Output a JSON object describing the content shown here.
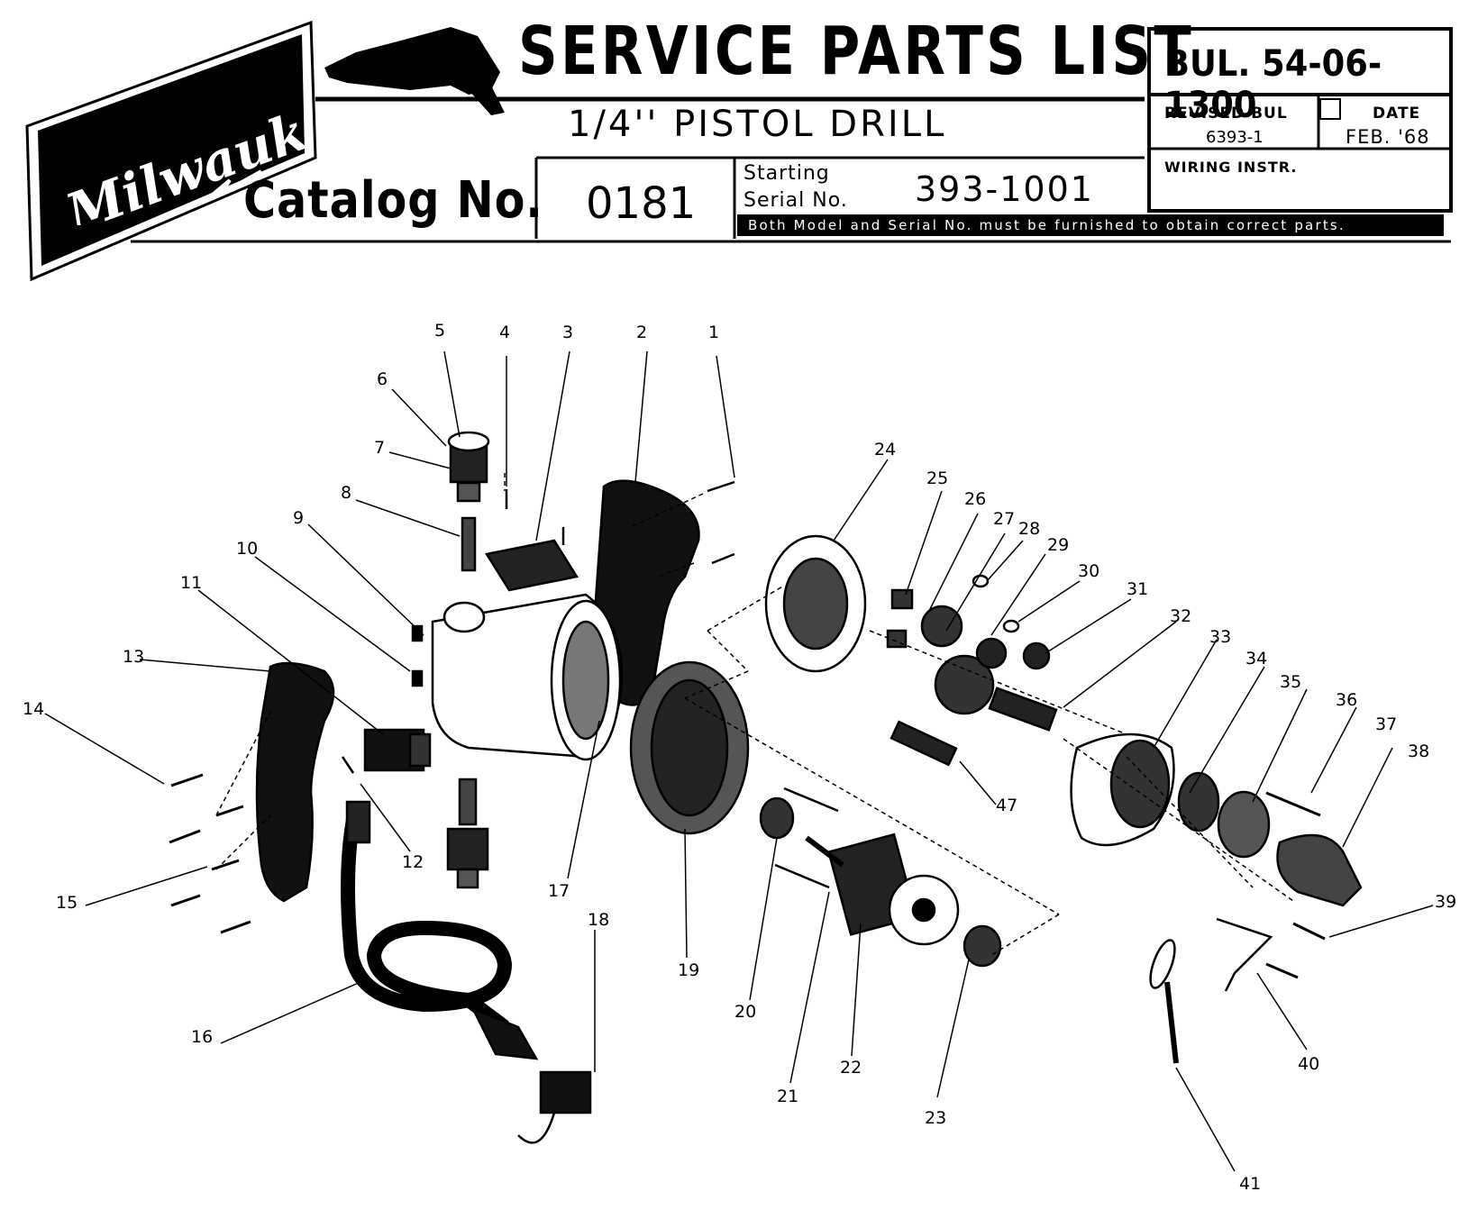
{
  "header": {
    "brand_logo_text": "Milwaukee",
    "title": "SERVICE PARTS LIST",
    "subtitle": "1/4'' PISTOL DRILL",
    "catalog_label": "Catalog No.",
    "catalog_number": "0181",
    "serial_label_line1": "Starting",
    "serial_label_line2": "Serial No.",
    "serial_number": "393-1001",
    "bulletin": "BUL. 54-06-1300",
    "revised_bul_label": "REVISED BUL",
    "revised_bul_value": "6393-1",
    "date_label": "DATE",
    "date_value": "FEB. '68",
    "wiring_label": "WIRING INSTR.",
    "notice": "Both Model and Serial No. must be furnished to obtain correct parts."
  },
  "callouts": [
    "1",
    "2",
    "3",
    "4",
    "5",
    "6",
    "7",
    "8",
    "9",
    "10",
    "11",
    "12",
    "13",
    "14",
    "15",
    "16",
    "17",
    "18",
    "19",
    "20",
    "21",
    "22",
    "23",
    "24",
    "25",
    "26",
    "27",
    "28",
    "29",
    "30",
    "31",
    "32",
    "33",
    "34",
    "35",
    "36",
    "37",
    "38",
    "39",
    "40",
    "41",
    "47"
  ]
}
